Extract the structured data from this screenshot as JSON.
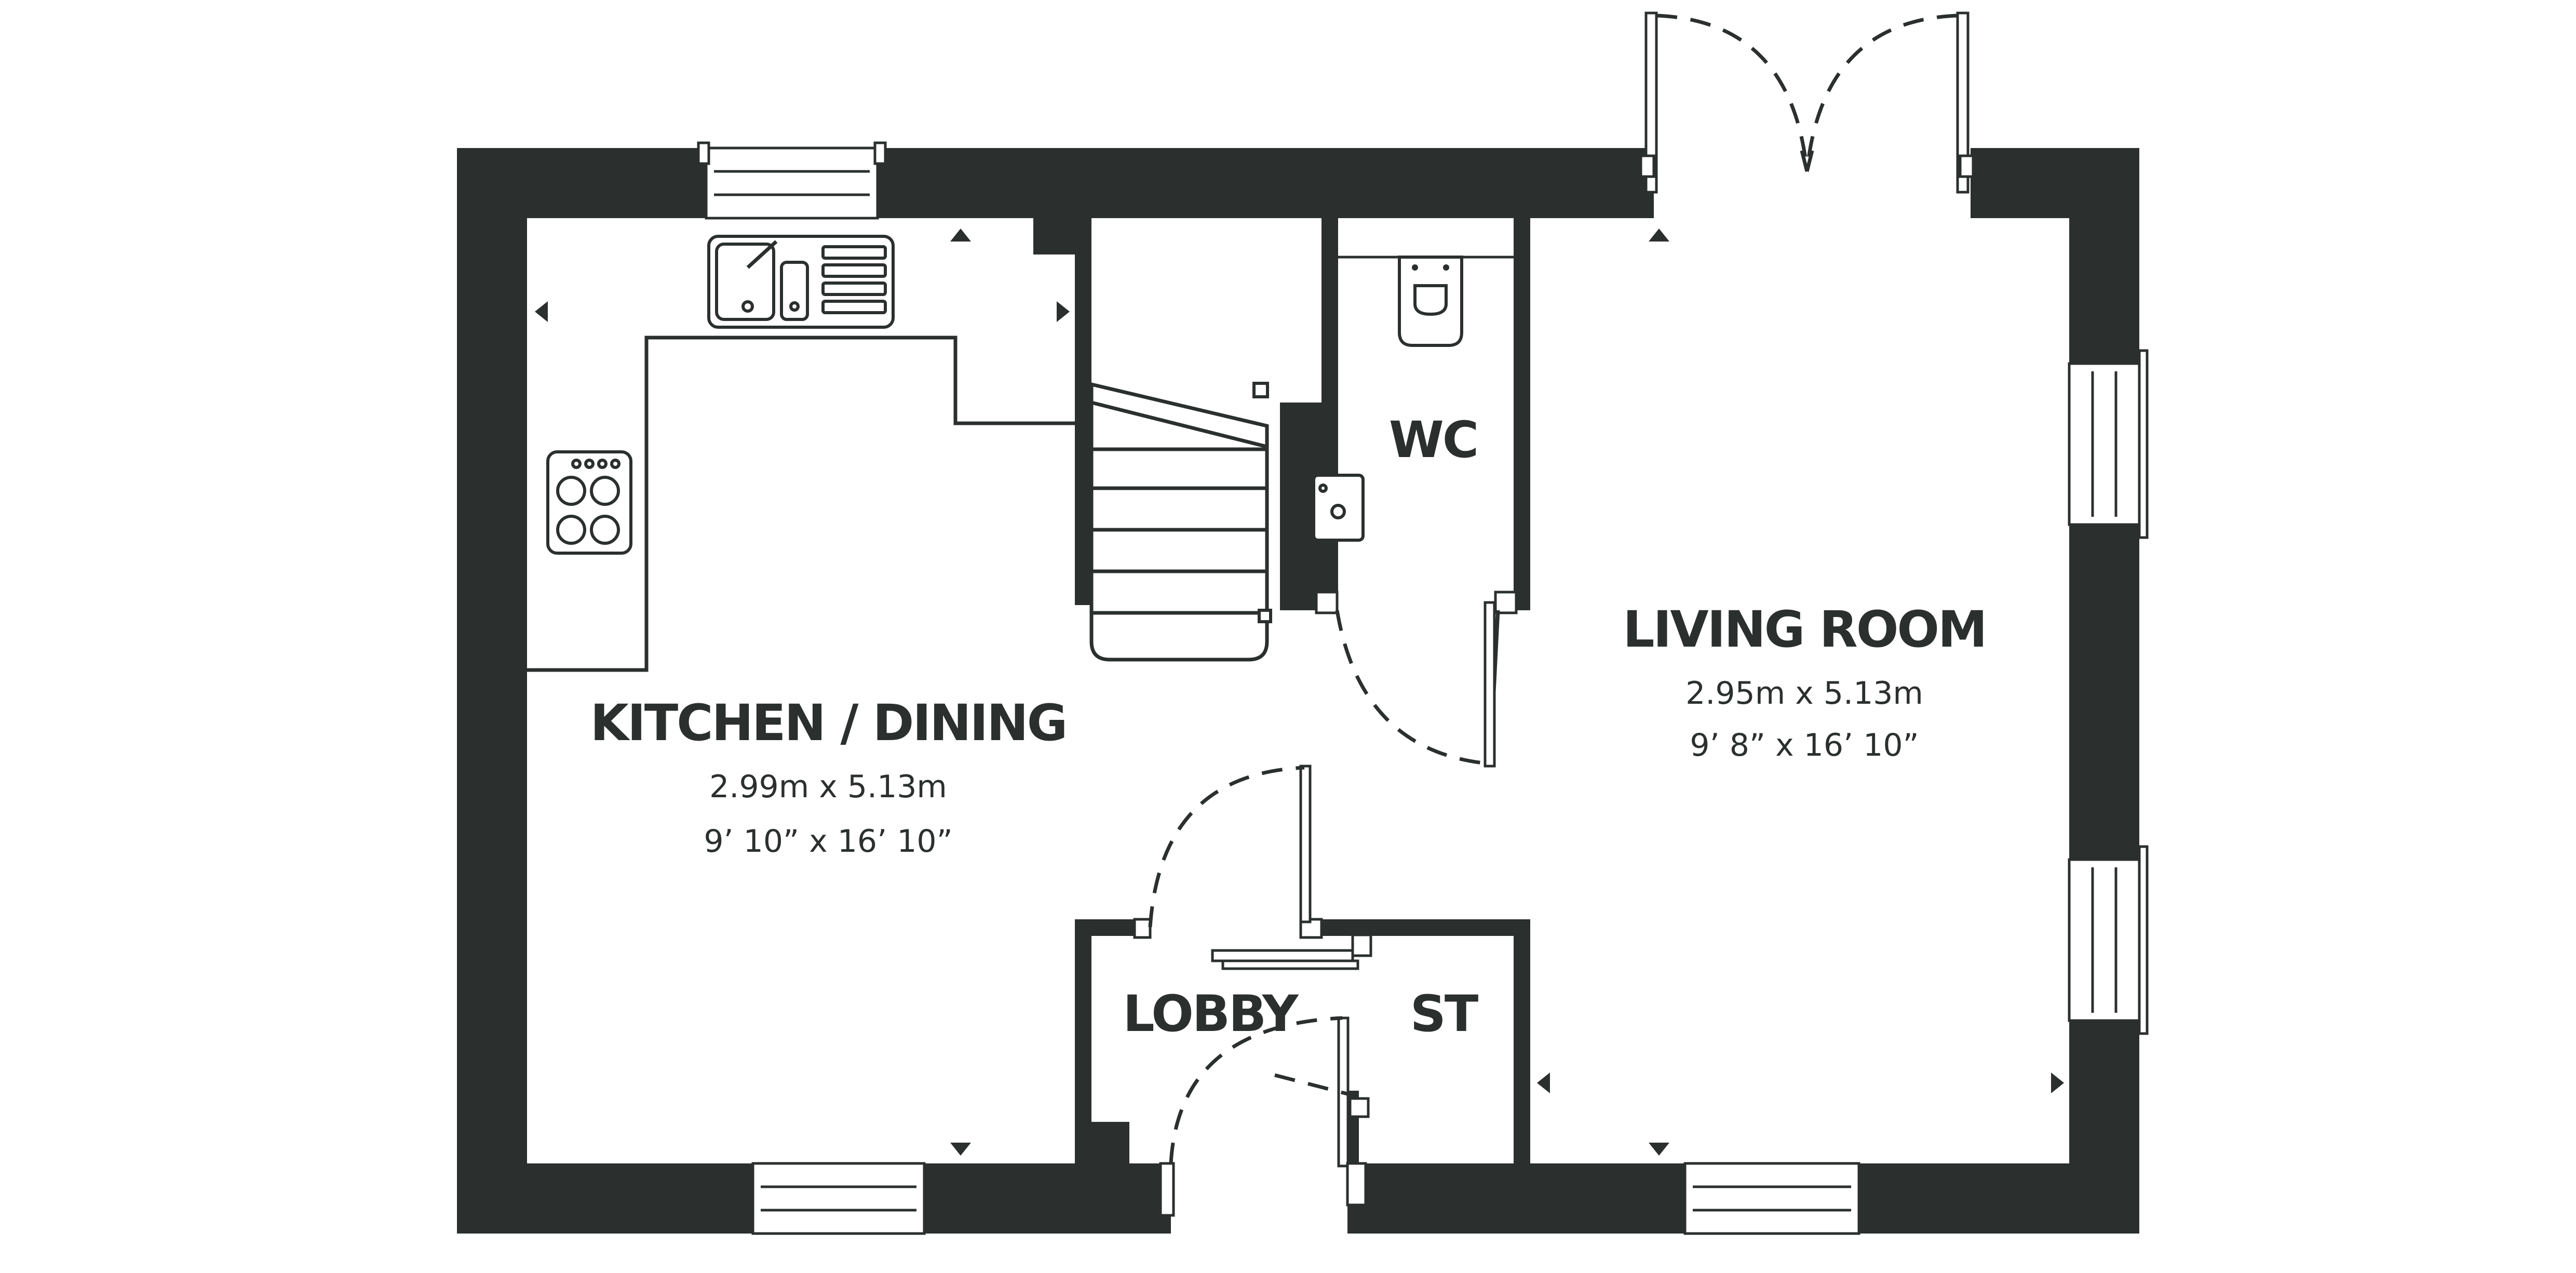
{
  "rooms": {
    "kitchen": {
      "name": "KITCHEN / DINING",
      "metric": "2.99m x 5.13m",
      "imperial": "9’ 10” x 16’ 10”"
    },
    "living": {
      "name": "LIVING ROOM",
      "metric": "2.95m x 5.13m",
      "imperial": "9’ 8” x 16’ 10”"
    },
    "wc": {
      "name": "WC"
    },
    "lobby": {
      "name": "LOBBY"
    },
    "store": {
      "name": "ST"
    }
  },
  "colors": {
    "wall": "#2b302e",
    "background": "#ffffff"
  }
}
